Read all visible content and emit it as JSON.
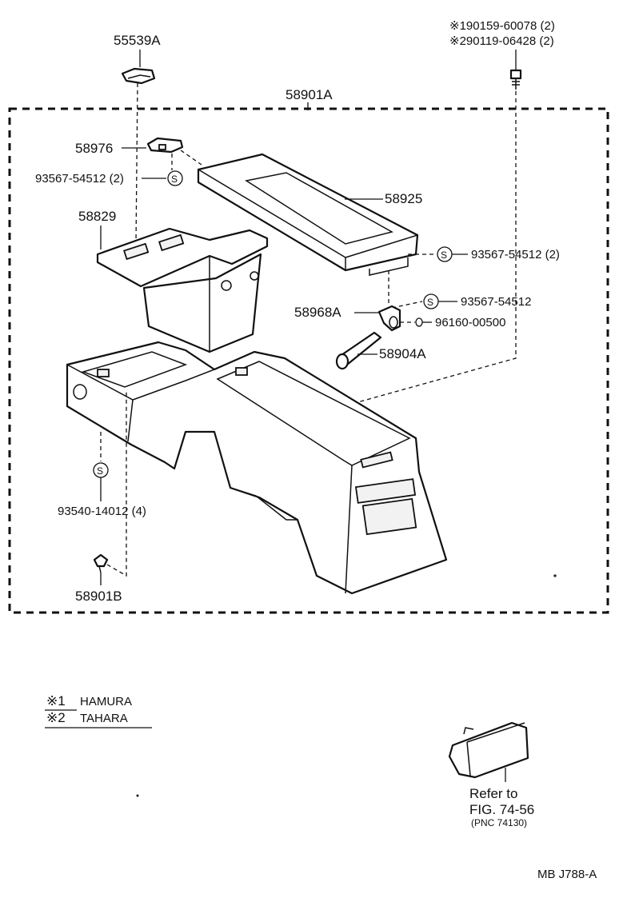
{
  "parts": {
    "p55539A": "55539A",
    "p58901A": "58901A",
    "p58976": "58976",
    "p58829": "58829",
    "p58925": "58925",
    "p58968A": "58968A",
    "p58904A": "58904A",
    "p58901B": "58901B",
    "screw_upper_left": "93567-54512 (2)",
    "screw_right_upper": "93567-54512 (2)",
    "screw_right_mid": "93567-54512",
    "washer": "96160-00500",
    "screw_lower": "93540-14012 (4)",
    "clip_1": "※190159-60078 (2)",
    "clip_2": "※290119-06428 (2)",
    "s_symbol": "S"
  },
  "legend": {
    "item1_mark": "※1",
    "item1_text": "HAMURA",
    "item2_mark": "※2",
    "item2_text": "TAHARA"
  },
  "reference": {
    "line1": "Refer to",
    "line2": "FIG. 74-56",
    "line3": "(PNC 74130)"
  },
  "footer": {
    "code": "MB J788-A"
  }
}
